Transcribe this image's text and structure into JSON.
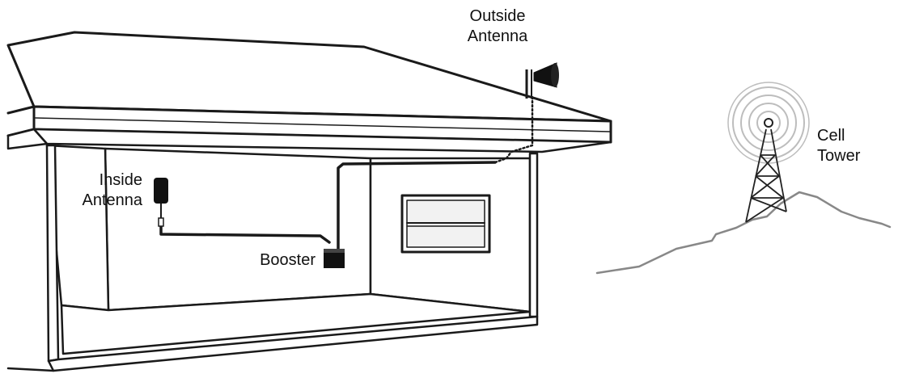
{
  "labels": {
    "outside_antenna": [
      "Outside",
      "Antenna"
    ],
    "inside_antenna": [
      "Inside",
      "Antenna"
    ],
    "booster": "Booster",
    "cell_tower": [
      "Cell",
      "Tower"
    ]
  },
  "colors": {
    "line": "#1a1a1a",
    "fill": "#ffffff",
    "device": "#111111",
    "window_glass": "#f2f2f2",
    "signal": "#bdbdbd",
    "terrain": "#888888"
  }
}
